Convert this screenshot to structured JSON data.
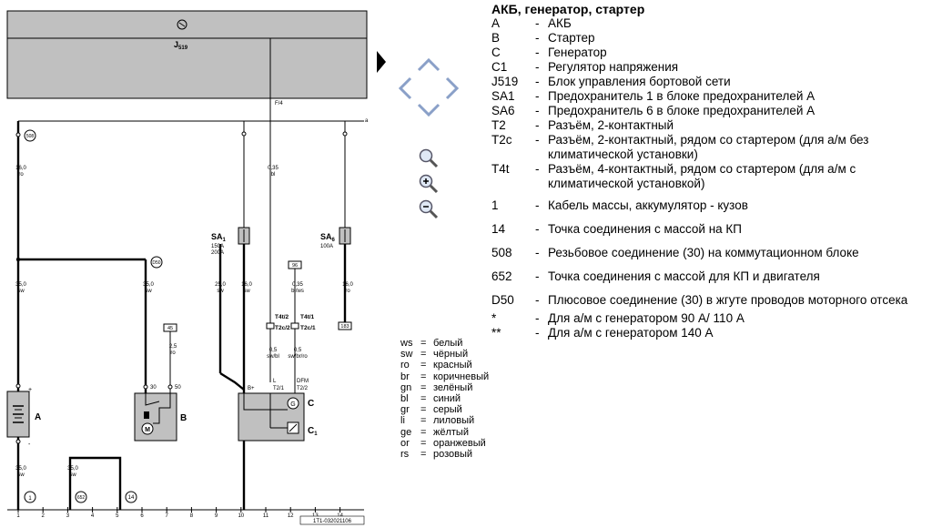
{
  "diagram": {
    "module": "J",
    "module_sub": "519",
    "module_pin": "F/4",
    "rail_label": "a",
    "doc_code": "1T1-032021106",
    "components": {
      "battery": "A",
      "battery_plus": "+",
      "battery_minus": "-",
      "starter": "B",
      "starter_pin_30": "30",
      "starter_pin_50": "50",
      "generator": "C",
      "regulator": "C",
      "regulator_sub": "1",
      "gen_bplus": "B+",
      "gen_l": "L",
      "gen_l_conn": "T2/1",
      "gen_dfm": "DFM",
      "gen_dfm_conn": "T2/2"
    },
    "fuses": {
      "sa1_name": "SA",
      "sa1_sub": "1",
      "sa1_rating1": "150A",
      "sa1_rating2": "200A",
      "sa6_name": "SA",
      "sa6_sub": "6",
      "sa6_rating": "100A"
    },
    "connectors": {
      "t4t2": "T4t/2",
      "t2c2": "T2c/2",
      "t4t1": "T4t/1",
      "t2c1": "T2c/1"
    },
    "refs": {
      "r508": "508",
      "rD50": "D50",
      "r1": "1",
      "r652": "652",
      "r14": "14",
      "r45": "45",
      "r96": "96",
      "r183": "183"
    },
    "wires": {
      "w1_size": "16,0",
      "w1_color": "ro",
      "w2_size": "35,0",
      "w2_color": "sw",
      "w3_size": "35,0",
      "w3_color": "sw",
      "w4_size": "2,5",
      "w4_color": "ro",
      "w5_size": "25,0",
      "w5_color": "sw",
      "w6_size": "16,0",
      "w6_color": "sw",
      "w7_size": "0,35",
      "w7_color": "bl",
      "w8_size": "0,35",
      "w8_color": "bl/ws",
      "w9_size": "16,0",
      "w9_color": "ro",
      "w10_size": "0,5",
      "w10_color": "sw/bl",
      "w11_size": "0,5",
      "w11_color": "sw/br/ro",
      "w12_size": "35,0",
      "w12_color": "sw",
      "w13_size": "35,0",
      "w13_color": "sw"
    },
    "tracks": [
      "1",
      "2",
      "3",
      "4",
      "5",
      "6",
      "7",
      "8",
      "9",
      "10",
      "11",
      "12",
      "13",
      "14"
    ]
  },
  "legend": {
    "title": "АКБ, генератор, стартер",
    "items": [
      {
        "code": "A",
        "dash": "-",
        "desc": "АКБ"
      },
      {
        "code": "B",
        "dash": "-",
        "desc": "Стартер"
      },
      {
        "code": "C",
        "dash": "-",
        "desc": "Генератор"
      },
      {
        "code": "C1",
        "dash": "-",
        "desc": "Регулятор напряжения"
      },
      {
        "code": "J519",
        "dash": "-",
        "desc": "Блок управления бортовой сети"
      },
      {
        "code": "SA1",
        "dash": "-",
        "desc": "Предохранитель 1 в блоке предохранителей А"
      },
      {
        "code": "SA6",
        "dash": "-",
        "desc": "Предохранитель 6 в блоке предохранителей А"
      },
      {
        "code": "T2",
        "dash": "-",
        "desc": "Разъём, 2-контактный"
      },
      {
        "code": "T2c",
        "dash": "-",
        "desc": "Разъём, 2-контактный, рядом со стартером (для а/м без климатической установки)"
      },
      {
        "code": "T4t",
        "dash": "-",
        "desc": "Разъём, 4-контактный, рядом со стартером (для а/м с климатической установкой)"
      },
      {
        "code": "1",
        "dash": "-",
        "desc": "Кабель массы, аккумулятор - кузов"
      },
      {
        "code": "14",
        "dash": "-",
        "desc": "Точка соединения с массой на КП"
      },
      {
        "code": "508",
        "dash": "-",
        "desc": "Резьбовое соединение (30) на коммутационном блоке"
      },
      {
        "code": "652",
        "dash": "-",
        "desc": "Точка соединения с массой для КП и двигателя"
      },
      {
        "code": "D50",
        "dash": "-",
        "desc": "Плюсовое соединение (30) в жгуте проводов моторного отсека"
      },
      {
        "code": "*",
        "dash": "-",
        "desc": "Для а/м с генератором 90 А/ 110 А"
      },
      {
        "code": "**",
        "dash": "-",
        "desc": "Для а/м с генератором 140 А"
      }
    ]
  },
  "colors": [
    {
      "code": "ws",
      "eq": "=",
      "name": "белый"
    },
    {
      "code": "sw",
      "eq": "=",
      "name": "чёрный"
    },
    {
      "code": "ro",
      "eq": "=",
      "name": "красный"
    },
    {
      "code": "br",
      "eq": "=",
      "name": "коричневый"
    },
    {
      "code": "gn",
      "eq": "=",
      "name": "зелёный"
    },
    {
      "code": "bl",
      "eq": "=",
      "name": "синий"
    },
    {
      "code": "gr",
      "eq": "=",
      "name": "серый"
    },
    {
      "code": "li",
      "eq": "=",
      "name": "лиловый"
    },
    {
      "code": "ge",
      "eq": "=",
      "name": "жёлтый"
    },
    {
      "code": "or",
      "eq": "=",
      "name": "оранжевый"
    },
    {
      "code": "rs",
      "eq": "=",
      "name": "розовый"
    }
  ],
  "nav": {
    "icons": [
      "play-arrow-icon",
      "nav-up-icon",
      "nav-left-icon",
      "nav-right-icon",
      "nav-down-icon",
      "zoom-icon",
      "zoom-in-icon",
      "zoom-out-icon"
    ],
    "arrow_color": "#8aa0c8",
    "module_fill": "#c0c0c0"
  }
}
